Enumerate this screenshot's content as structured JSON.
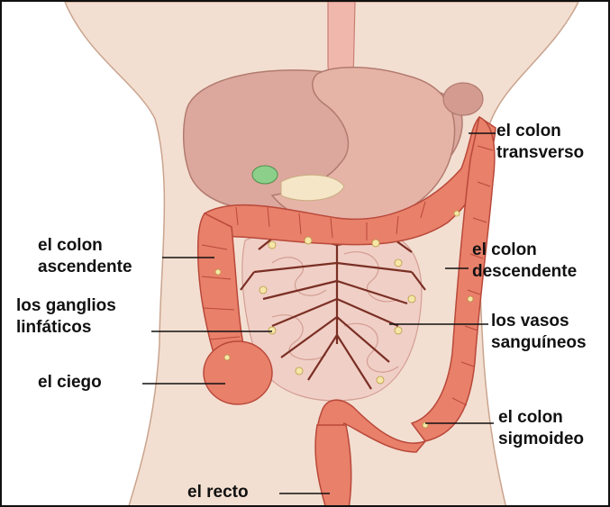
{
  "labels": {
    "transverse_l1": "el colon",
    "transverse_l2": "transverso",
    "ascending_l1": "el colon",
    "ascending_l2": "ascendente",
    "descending_l1": "el colon",
    "descending_l2": "descendente",
    "lymph_l1": "los ganglios",
    "lymph_l2": "linfáticos",
    "vessels_l1": "los vasos",
    "vessels_l2": "sanguíneos",
    "cecum": "el ciego",
    "sigmoid_l1": "el colon",
    "sigmoid_l2": "sigmoideo",
    "rectum": "el recto"
  },
  "colors": {
    "skin": "#f3dfd1",
    "skin_outline": "#c9a48e",
    "liver": "#dca79c",
    "stomach": "#e6b3a7",
    "colon": "#e8806a",
    "colon_dark": "#b9483a",
    "small_intestine": "#f0cfc6",
    "vessels": "#7a2f24",
    "lymph_nodes": "#f6e7a8",
    "gallbladder": "#8ccf8a",
    "line": "#111111"
  }
}
